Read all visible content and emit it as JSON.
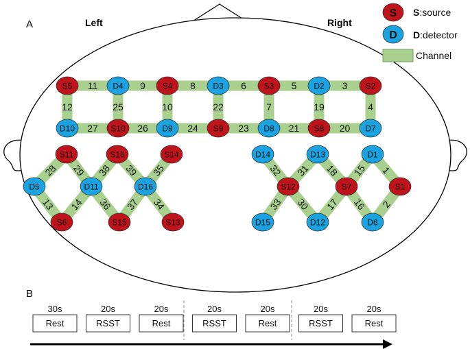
{
  "panel_a_label": "A",
  "panel_b_label": "B",
  "hemisphere_left": "Left",
  "hemisphere_right": "Right",
  "legend": {
    "source_symbol": "S",
    "source_prefix": "S",
    "source_text": ":source",
    "detector_symbol": "D",
    "detector_prefix": "D",
    "detector_text": ":detector",
    "channel_text": "Channel",
    "source_color": "#c0141c",
    "detector_color": "#1aa3e0",
    "channel_color": "#a9d08e"
  },
  "optodes": [
    {
      "id": "S5",
      "type": "source"
    },
    {
      "id": "D4",
      "type": "detector"
    },
    {
      "id": "S4",
      "type": "source"
    },
    {
      "id": "D3",
      "type": "detector"
    },
    {
      "id": "S3",
      "type": "source"
    },
    {
      "id": "D2",
      "type": "detector"
    },
    {
      "id": "S2",
      "type": "source"
    },
    {
      "id": "D10",
      "type": "detector"
    },
    {
      "id": "S10",
      "type": "source"
    },
    {
      "id": "D9",
      "type": "detector"
    },
    {
      "id": "S9",
      "type": "source"
    },
    {
      "id": "D8",
      "type": "detector"
    },
    {
      "id": "S8",
      "type": "source"
    },
    {
      "id": "D7",
      "type": "detector"
    },
    {
      "id": "S11",
      "type": "source"
    },
    {
      "id": "S16",
      "type": "source"
    },
    {
      "id": "S14",
      "type": "source"
    },
    {
      "id": "D5",
      "type": "detector"
    },
    {
      "id": "D11",
      "type": "detector"
    },
    {
      "id": "D16",
      "type": "detector"
    },
    {
      "id": "S6",
      "type": "source"
    },
    {
      "id": "S15",
      "type": "source"
    },
    {
      "id": "S13",
      "type": "source"
    },
    {
      "id": "D14",
      "type": "detector"
    },
    {
      "id": "D13",
      "type": "detector"
    },
    {
      "id": "D1",
      "type": "detector"
    },
    {
      "id": "S12",
      "type": "source"
    },
    {
      "id": "S7",
      "type": "source"
    },
    {
      "id": "S1",
      "type": "source"
    },
    {
      "id": "D15",
      "type": "detector"
    },
    {
      "id": "D12",
      "type": "detector"
    },
    {
      "id": "D6",
      "type": "detector"
    }
  ],
  "channels": [
    {
      "label": "11",
      "from": "S5",
      "to": "D4"
    },
    {
      "label": "9",
      "from": "D4",
      "to": "S4"
    },
    {
      "label": "8",
      "from": "S4",
      "to": "D3"
    },
    {
      "label": "6",
      "from": "D3",
      "to": "S3"
    },
    {
      "label": "5",
      "from": "S3",
      "to": "D2"
    },
    {
      "label": "3",
      "from": "D2",
      "to": "S2"
    },
    {
      "label": "27",
      "from": "D10",
      "to": "S10"
    },
    {
      "label": "26",
      "from": "S10",
      "to": "D9"
    },
    {
      "label": "24",
      "from": "D9",
      "to": "S9"
    },
    {
      "label": "23",
      "from": "S9",
      "to": "D8"
    },
    {
      "label": "21",
      "from": "D8",
      "to": "S8"
    },
    {
      "label": "20",
      "from": "S8",
      "to": "D7"
    },
    {
      "label": "12",
      "from": "S5",
      "to": "D10"
    },
    {
      "label": "25",
      "from": "D4",
      "to": "S10"
    },
    {
      "label": "10",
      "from": "S4",
      "to": "D9"
    },
    {
      "label": "22",
      "from": "D3",
      "to": "S9"
    },
    {
      "label": "7",
      "from": "S3",
      "to": "D8"
    },
    {
      "label": "19",
      "from": "D2",
      "to": "S8"
    },
    {
      "label": "4",
      "from": "S2",
      "to": "D7"
    },
    {
      "label": "28",
      "from": "S11",
      "to": "D5"
    },
    {
      "label": "29",
      "from": "S11",
      "to": "D11"
    },
    {
      "label": "38",
      "from": "S16",
      "to": "D11"
    },
    {
      "label": "39",
      "from": "S16",
      "to": "D16"
    },
    {
      "label": "35",
      "from": "S14",
      "to": "D16"
    },
    {
      "label": "13",
      "from": "D5",
      "to": "S6"
    },
    {
      "label": "14",
      "from": "D11",
      "to": "S6"
    },
    {
      "label": "36",
      "from": "D11",
      "to": "S15"
    },
    {
      "label": "37",
      "from": "D16",
      "to": "S15"
    },
    {
      "label": "34",
      "from": "D16",
      "to": "S13"
    },
    {
      "label": "32",
      "from": "D14",
      "to": "S12"
    },
    {
      "label": "31",
      "from": "D13",
      "to": "S12"
    },
    {
      "label": "18",
      "from": "D13",
      "to": "S7"
    },
    {
      "label": "15",
      "from": "D1",
      "to": "S7"
    },
    {
      "label": "1",
      "from": "D1",
      "to": "S1"
    },
    {
      "label": "33",
      "from": "S12",
      "to": "D15"
    },
    {
      "label": "30",
      "from": "S12",
      "to": "D12"
    },
    {
      "label": "17",
      "from": "S7",
      "to": "D12"
    },
    {
      "label": "16",
      "from": "S7",
      "to": "D6"
    },
    {
      "label": "2",
      "from": "S1",
      "to": "D6"
    }
  ],
  "timeline": [
    {
      "duration": "30s",
      "task": "Rest"
    },
    {
      "duration": "20s",
      "task": "RSST"
    },
    {
      "duration": "20s",
      "task": "Rest"
    },
    {
      "duration": "20s",
      "task": "RSST"
    },
    {
      "duration": "20s",
      "task": "Rest"
    },
    {
      "duration": "20s",
      "task": "RSST"
    },
    {
      "duration": "20s",
      "task": "Rest"
    }
  ]
}
